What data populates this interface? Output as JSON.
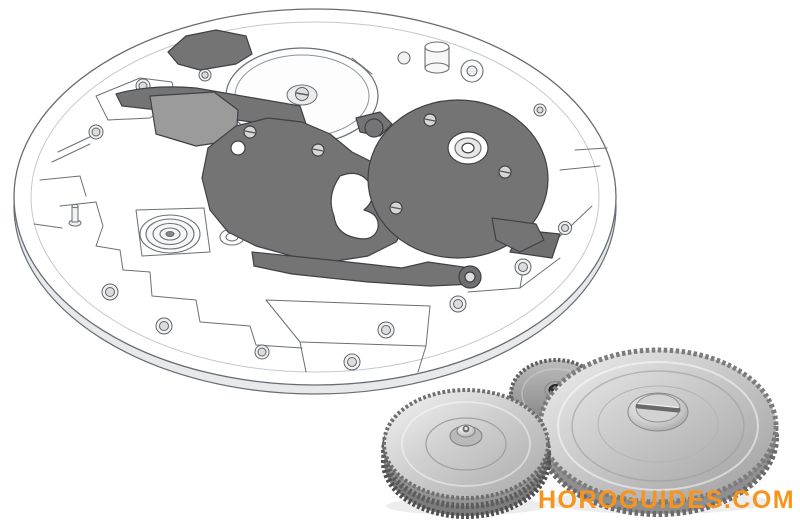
{
  "illustration": {
    "label": "watch-movement-technical-drawing",
    "line_color": "#666c72",
    "dark_part_color": "#747474",
    "dark_part_edge": "#3e4146"
  },
  "gears_photo": {
    "label": "three-metal-gears",
    "metal_light": "#f2f2f2",
    "metal_mid": "#bdbdbd",
    "metal_dark": "#8a8a8a"
  },
  "watermark": {
    "text": "HOROGUIDES.COM",
    "color": "#f7941e"
  }
}
